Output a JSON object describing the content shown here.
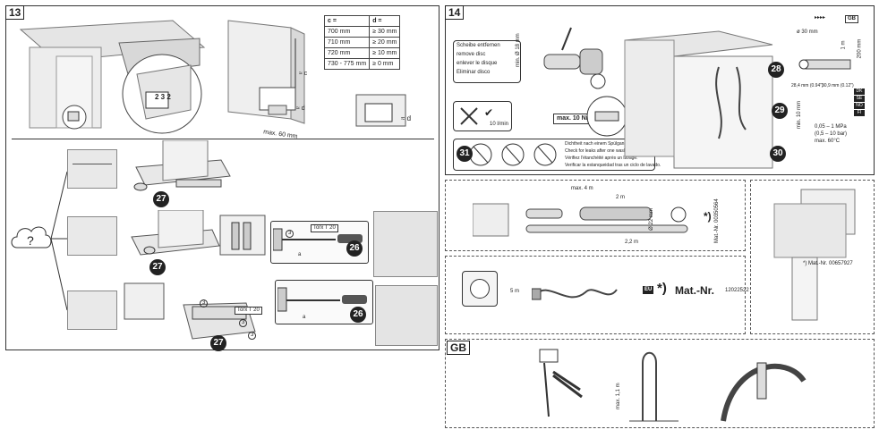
{
  "left": {
    "step": "13",
    "table": {
      "headers": [
        "c =",
        "d ="
      ],
      "rows": [
        [
          "700 mm",
          "≥ 30 mm"
        ],
        [
          "710 mm",
          "≥ 20 mm"
        ],
        [
          "720 mm",
          "≥ 10 mm"
        ],
        [
          "730 - 775 mm",
          "≥ 0 mm"
        ]
      ]
    },
    "dims": {
      "c": "≈ c",
      "d": "≈ d",
      "d2": "≈ d",
      "max60": "max. 60 mm",
      "zoom": "2 3 2"
    },
    "question": "?",
    "refs": {
      "r27a": "27",
      "r27b": "27",
      "r27c": "27",
      "r26a": "26",
      "r26b": "26"
    },
    "torx1": "Torx T 20",
    "torx2": "Torx T 20",
    "a1": "a",
    "a2": "a",
    "n3a": "3",
    "n3b": "3",
    "n3c": "3",
    "n3d": "3"
  },
  "right": {
    "step": "14",
    "disc_labels": [
      "Scheibe entfernen",
      "remove disc",
      "enlever le disque",
      "Eliminar disco"
    ],
    "min18": "min. Ø 18 mm",
    "flow": "10 l/min",
    "torque": "max. 10 Nm",
    "leak_check": [
      "Dichtheit nach einem Spülgang prüfen.",
      "Check for leaks after one wash cycle.",
      "Vérifiez l'étanchéité après un lavage.",
      "Verificar la estanqueidad tras un ciclo de lavado."
    ],
    "refs": {
      "r28": "28",
      "r29": "29",
      "r30": "30",
      "r31": "31"
    },
    "gb_top": "GB",
    "pressure": [
      "0,05 – 1 MPa",
      "(0,5 – 10 bar)",
      "max. 60°C"
    ],
    "dims_right": [
      "ø 30 mm",
      "1 m",
      "200 mm",
      "28,4 mm (0.94\")",
      "30,9 mm (0.12\")",
      "min. 10 mm"
    ],
    "countries": [
      "DK",
      "SE",
      "NO",
      "FI"
    ]
  },
  "hose": {
    "max4": "max. 4 m",
    "len2": "2 m",
    "len22": "2,2 m",
    "dia": "Ø 22 mm",
    "mat": "Mat.-Nr. 00350564",
    "star": "*)"
  },
  "cable": {
    "len": "5 m",
    "eu": "EU",
    "star": "*)",
    "mat_prefix": "Mat.-Nr.",
    "mat_num": "12022522"
  },
  "extra": {
    "mat": "*) Mat.-Nr. 00657927"
  },
  "gb_panel": {
    "label": "GB",
    "height": "max. 1,1 m"
  }
}
